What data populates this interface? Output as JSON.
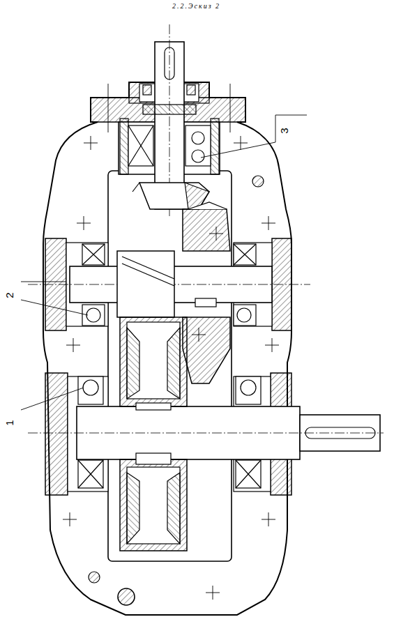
{
  "diagram": {
    "title": "2.2.Эскиз 2",
    "labels": [
      "1",
      "2",
      "3"
    ]
  }
}
